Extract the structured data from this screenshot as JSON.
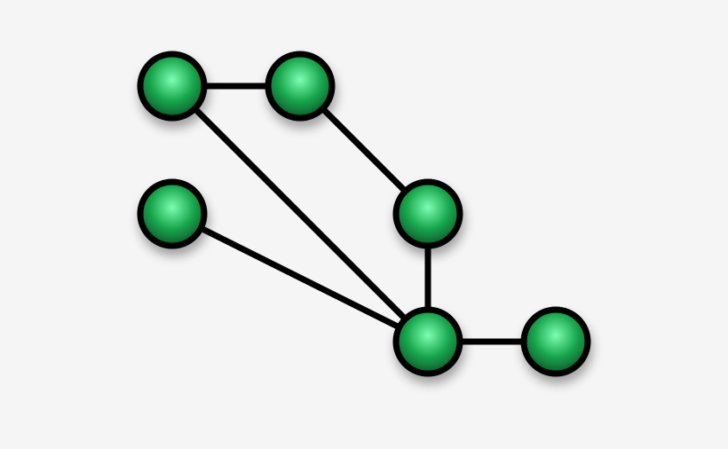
{
  "diagram": {
    "type": "network-graph",
    "background_color": "#f5f5f5",
    "node_color": "#1aa84f",
    "node_highlight_color": "#7dffb0",
    "node_shadow_color": "#0b5a2a",
    "edge_color": "#000000",
    "nodes": [
      {
        "id": "n1"
      },
      {
        "id": "n2"
      },
      {
        "id": "n3"
      },
      {
        "id": "n4"
      },
      {
        "id": "n5"
      },
      {
        "id": "n6"
      }
    ],
    "edges": [
      {
        "source": "n1",
        "target": "n2"
      },
      {
        "source": "n2",
        "target": "n4"
      },
      {
        "source": "n1",
        "target": "n5"
      },
      {
        "source": "n3",
        "target": "n5"
      },
      {
        "source": "n4",
        "target": "n5"
      },
      {
        "source": "n5",
        "target": "n6"
      }
    ]
  }
}
